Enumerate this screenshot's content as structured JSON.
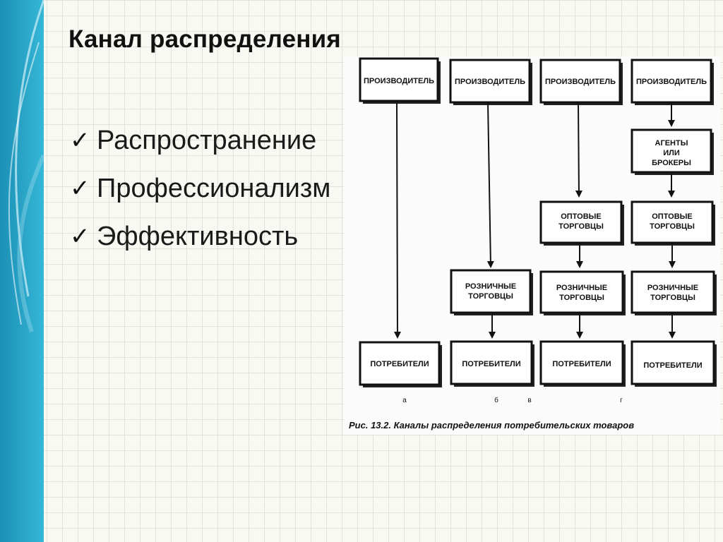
{
  "slide": {
    "title": "Канал распределения",
    "bullets": [
      "Распространение",
      "Профессионализм",
      "Эффективность"
    ],
    "check_glyph": "✓",
    "accent_color": "#2aa6c8"
  },
  "diagram": {
    "boxes": {
      "producer": "ПРОИЗВОДИТЕЛЬ",
      "agents": [
        "АГЕНТЫ",
        "ИЛИ",
        "БРОКЕРЫ"
      ],
      "wholesalers": [
        "ОПТОВЫЕ",
        "ТОРГОВЦЫ"
      ],
      "retailers": [
        "РОЗНИЧНЫЕ",
        "ТОРГОВЦЫ"
      ],
      "consumers": "ПОТРЕБИТЕЛИ"
    },
    "columns": [
      "а",
      "б",
      "в",
      "г"
    ],
    "caption": "Рис. 13.2. Каналы распределения потребительских товаров"
  }
}
